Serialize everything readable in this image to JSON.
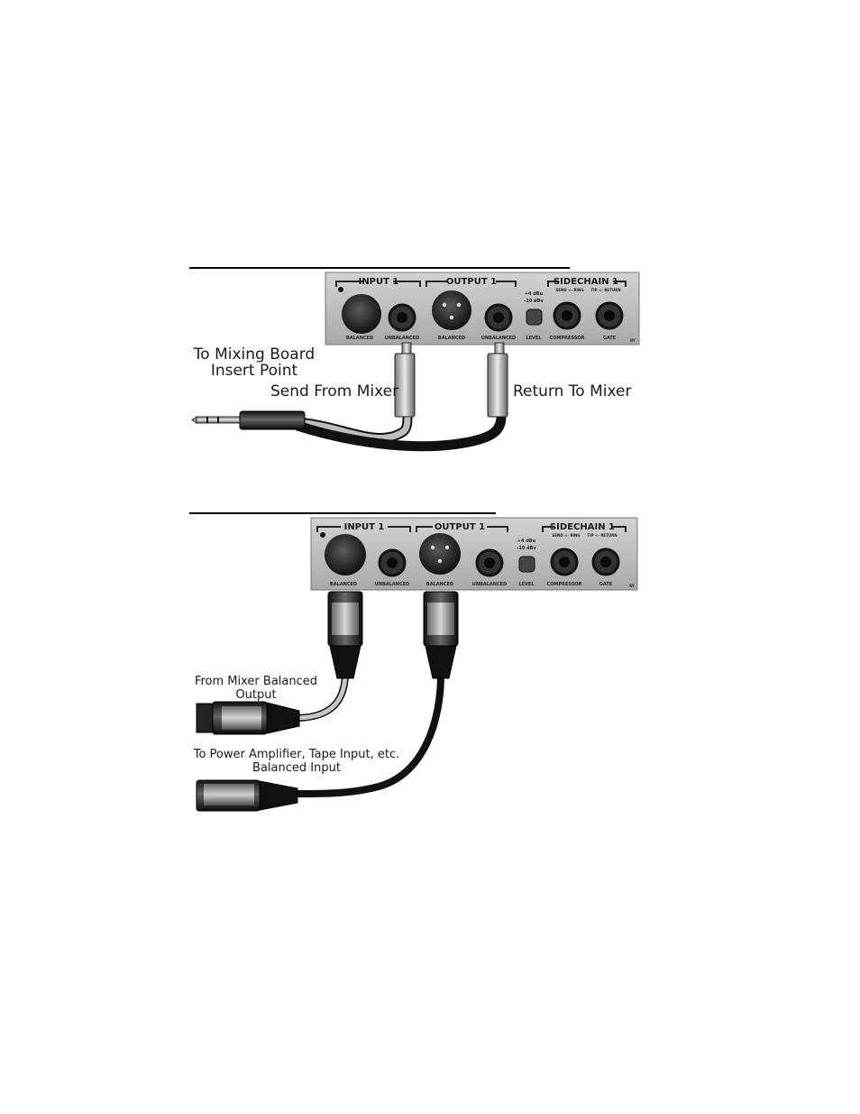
{
  "diagram1": {
    "panel": {
      "input_header": "INPUT 1",
      "output_header": "OUTPUT 1",
      "sidechain_header": "SIDECHAIN 1",
      "sidechain_sub1": "SEND <- RING",
      "sidechain_sub2": "TIP <- RETURN",
      "level_mark1": "+4 dBu",
      "level_mark2": "-10 dBv",
      "jack_labels": [
        "BALANCED",
        "UNBALANCED",
        "BALANCED",
        "UNBALANCED",
        "LEVEL",
        "COMPRESSOR",
        "GATE"
      ],
      "corner_mark": "RY"
    },
    "label_mixing_board_1": "To Mixing Board",
    "label_mixing_board_2": "Insert Point",
    "label_send": "Send From Mixer",
    "label_return": "Return To Mixer"
  },
  "diagram2": {
    "panel": {
      "input_header": "INPUT 1",
      "output_header": "OUTPUT 1",
      "sidechain_header": "SIDECHAIN 1",
      "sidechain_sub1": "SEND <- RING",
      "sidechain_sub2": "TIP <- RETURN",
      "level_mark1": "+4 dBu",
      "level_mark2": "-10 dBv",
      "jack_labels": [
        "BALANCED",
        "UNBALANCED",
        "BALANCED",
        "UNBALANCED",
        "LEVEL",
        "COMPRESSOR",
        "GATE"
      ],
      "corner_mark": "RY"
    },
    "label_from_mixer_1": "From Mixer Balanced",
    "label_from_mixer_2": "Output",
    "label_power_amp_1": "To Power Amplifier, Tape Input, etc.",
    "label_power_amp_2": "Balanced Input"
  }
}
